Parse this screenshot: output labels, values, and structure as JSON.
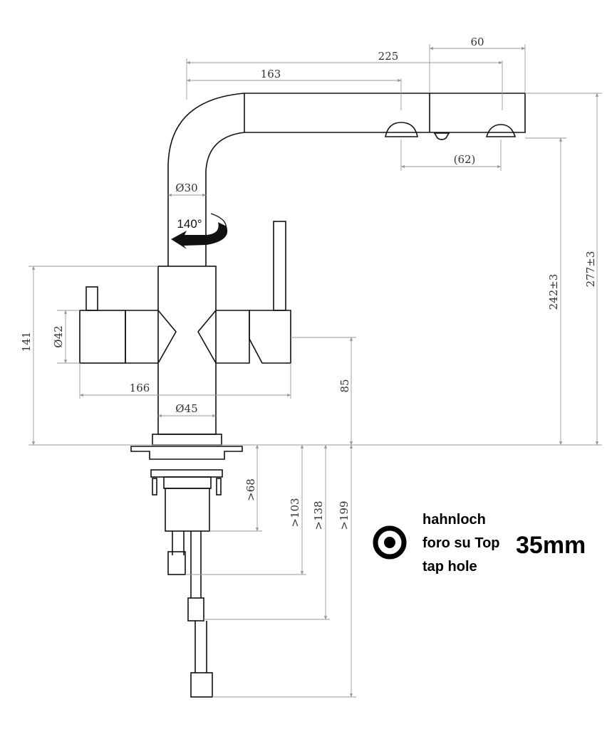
{
  "dimensions": {
    "d225": "225",
    "d60": "60",
    "d163": "163",
    "d62": "(62)",
    "d30": "Ø30",
    "rotation": "140°",
    "d141": "141",
    "d42": "Ø42",
    "d166": "166",
    "d45": "Ø45",
    "d85": "85",
    "d242": "242±3",
    "d277": "277±3",
    "d68": ">68",
    "d103": ">103",
    "d138": ">138",
    "d199": ">199"
  },
  "legend": {
    "line1": "hahnloch",
    "line2": "foro su Top",
    "line3": "tap hole",
    "size": "35mm",
    "icon": "tap-hole-icon"
  },
  "colors": {
    "outline": "#111111",
    "dimension": "#9a9a9a",
    "text": "#333333"
  }
}
